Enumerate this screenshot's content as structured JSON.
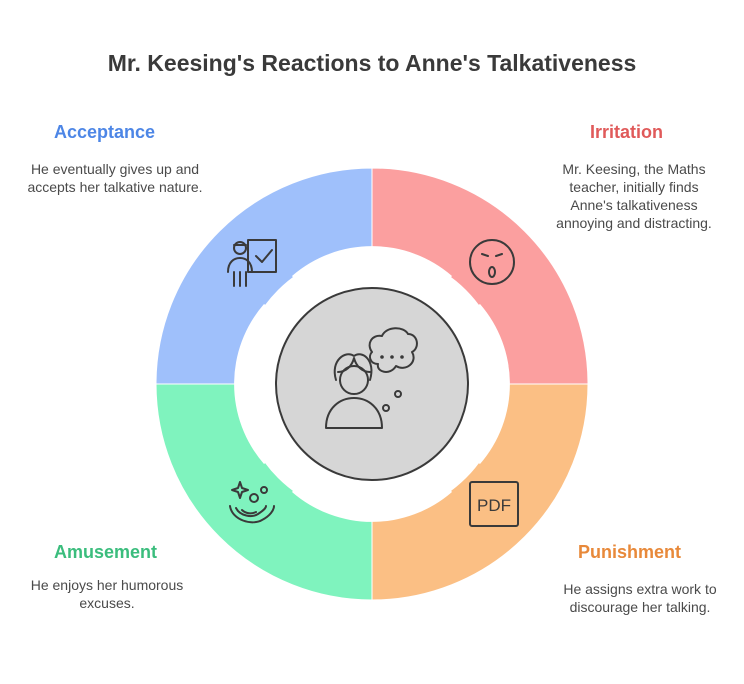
{
  "title": "Mr. Keesing's Reactions to Anne's Talkativeness",
  "colors": {
    "acceptance": "#4d86e6",
    "irritation": "#e05a5a",
    "amusement": "#3bbd7d",
    "punishment": "#e8893a",
    "acceptance_fill": "#9fc0fb",
    "irritation_fill": "#fb9f9f",
    "amusement_fill": "#7ff3be",
    "punishment_fill": "#fbbf84",
    "center_fill": "#d6d6d6",
    "stroke": "#3a3a3a"
  },
  "sections": {
    "acceptance": {
      "label": "Acceptance",
      "description": "He eventually gives up and accepts her talkative nature.",
      "icon": "teacher-board-check-icon"
    },
    "irritation": {
      "label": "Irritation",
      "description": "Mr. Keesing, the Maths teacher, initially finds Anne's talkativeness annoying and distracting.",
      "icon": "annoyed-face-icon"
    },
    "amusement": {
      "label": "Amusement",
      "description": "He enjoys her humorous excuses.",
      "icon": "laughing-sparkle-icon"
    },
    "punishment": {
      "label": "Punishment",
      "description": "He assigns extra work to discourage her talking.",
      "icon": "pdf-document-icon"
    }
  },
  "center": {
    "icon": "girl-thinking-icon"
  }
}
